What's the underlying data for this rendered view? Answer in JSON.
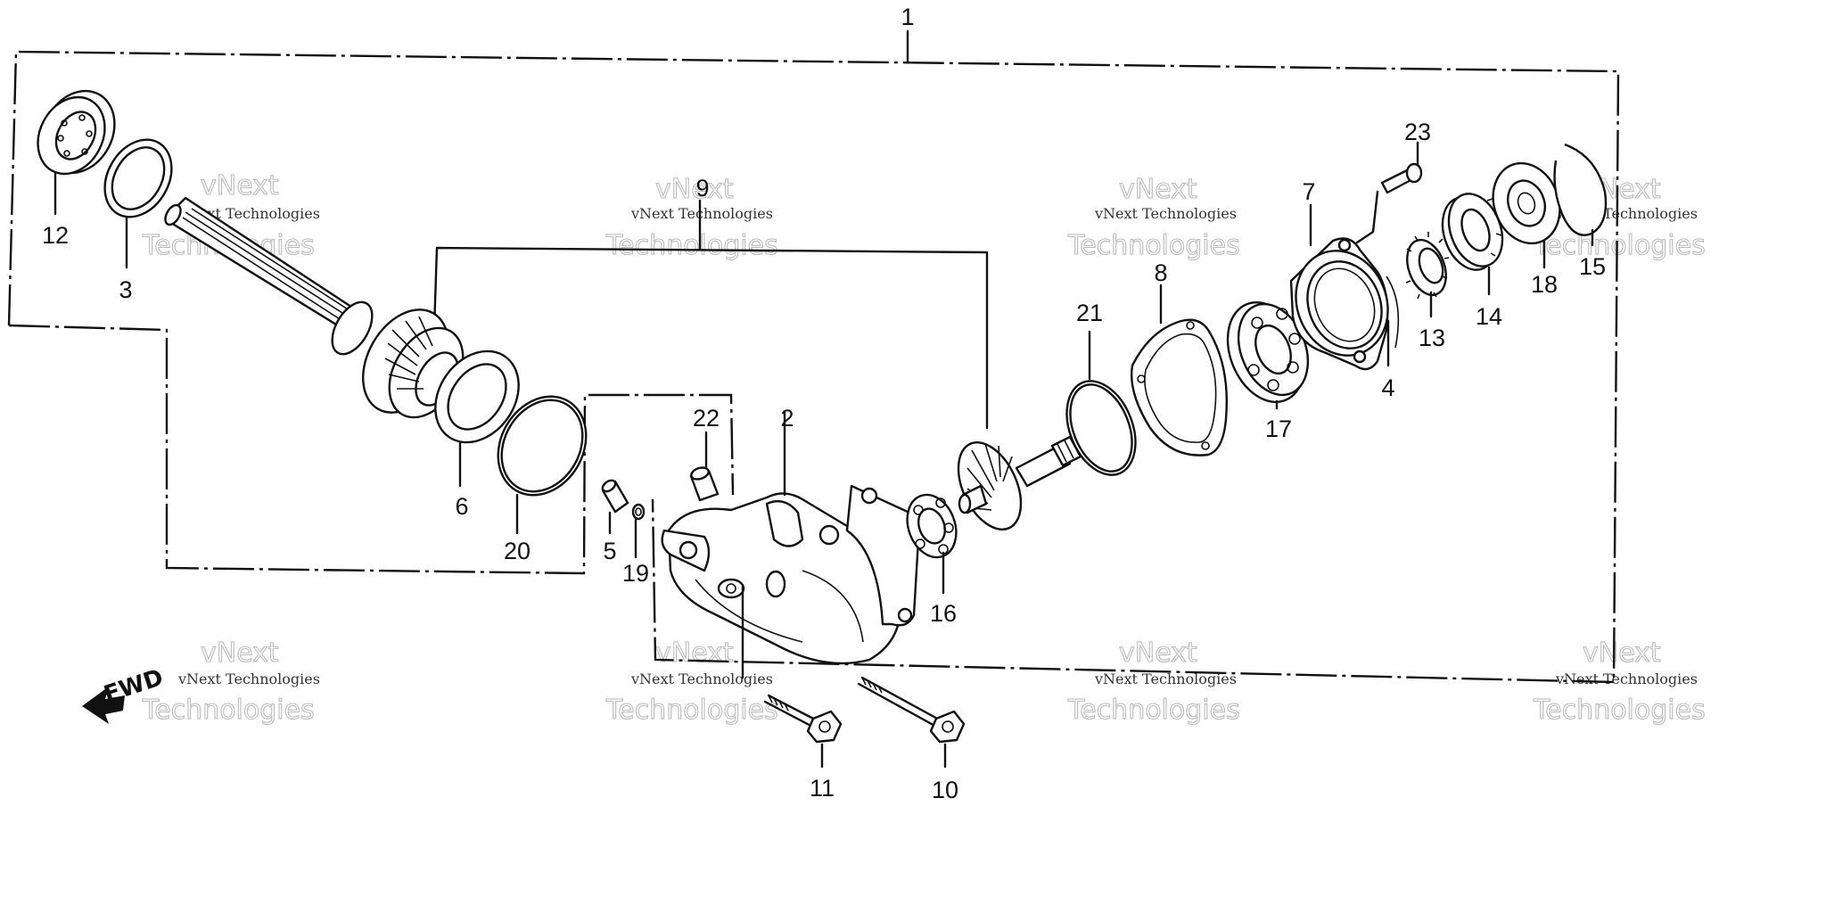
{
  "callouts": [
    "1",
    "2",
    "3",
    "4",
    "5",
    "6",
    "7",
    "8",
    "9",
    "10",
    "11",
    "12",
    "13",
    "14",
    "15",
    "16",
    "17",
    "18",
    "19",
    "20",
    "21",
    "22",
    "23"
  ],
  "direction_label": "FWD",
  "watermark": {
    "line1": "vNext Technologies",
    "line2": "Technologies",
    "ghost": "vNext"
  }
}
